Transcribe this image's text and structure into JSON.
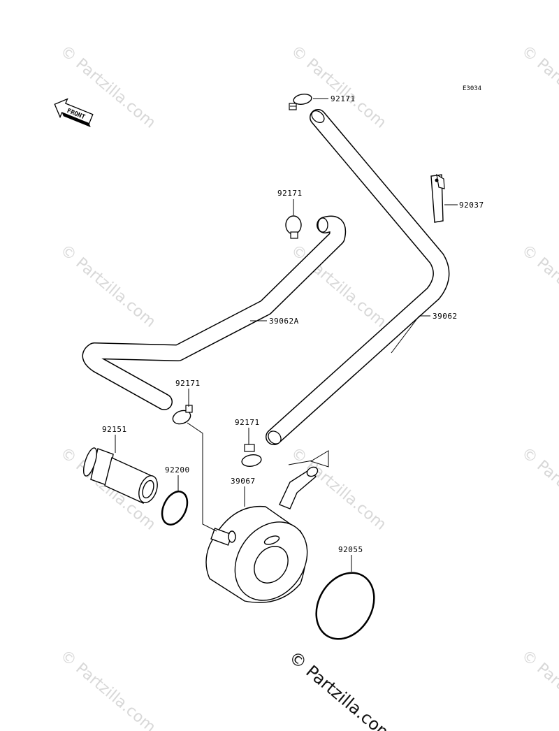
{
  "diagram_code": "E3034",
  "front_label": "FRONT",
  "watermark": "© Partzilla.com",
  "watermark_main": "© Partzilla.com",
  "parts": {
    "clamp_top": "92171",
    "bracket": "92037",
    "clamp_mid": "92171",
    "hose_a": "39062A",
    "hose_b": "39062",
    "clamp_lower_left": "92171",
    "clamp_lower_right": "92171",
    "fitting": "92151",
    "o_ring_small": "92200",
    "cooler": "39067",
    "o_ring_large": "92055"
  }
}
